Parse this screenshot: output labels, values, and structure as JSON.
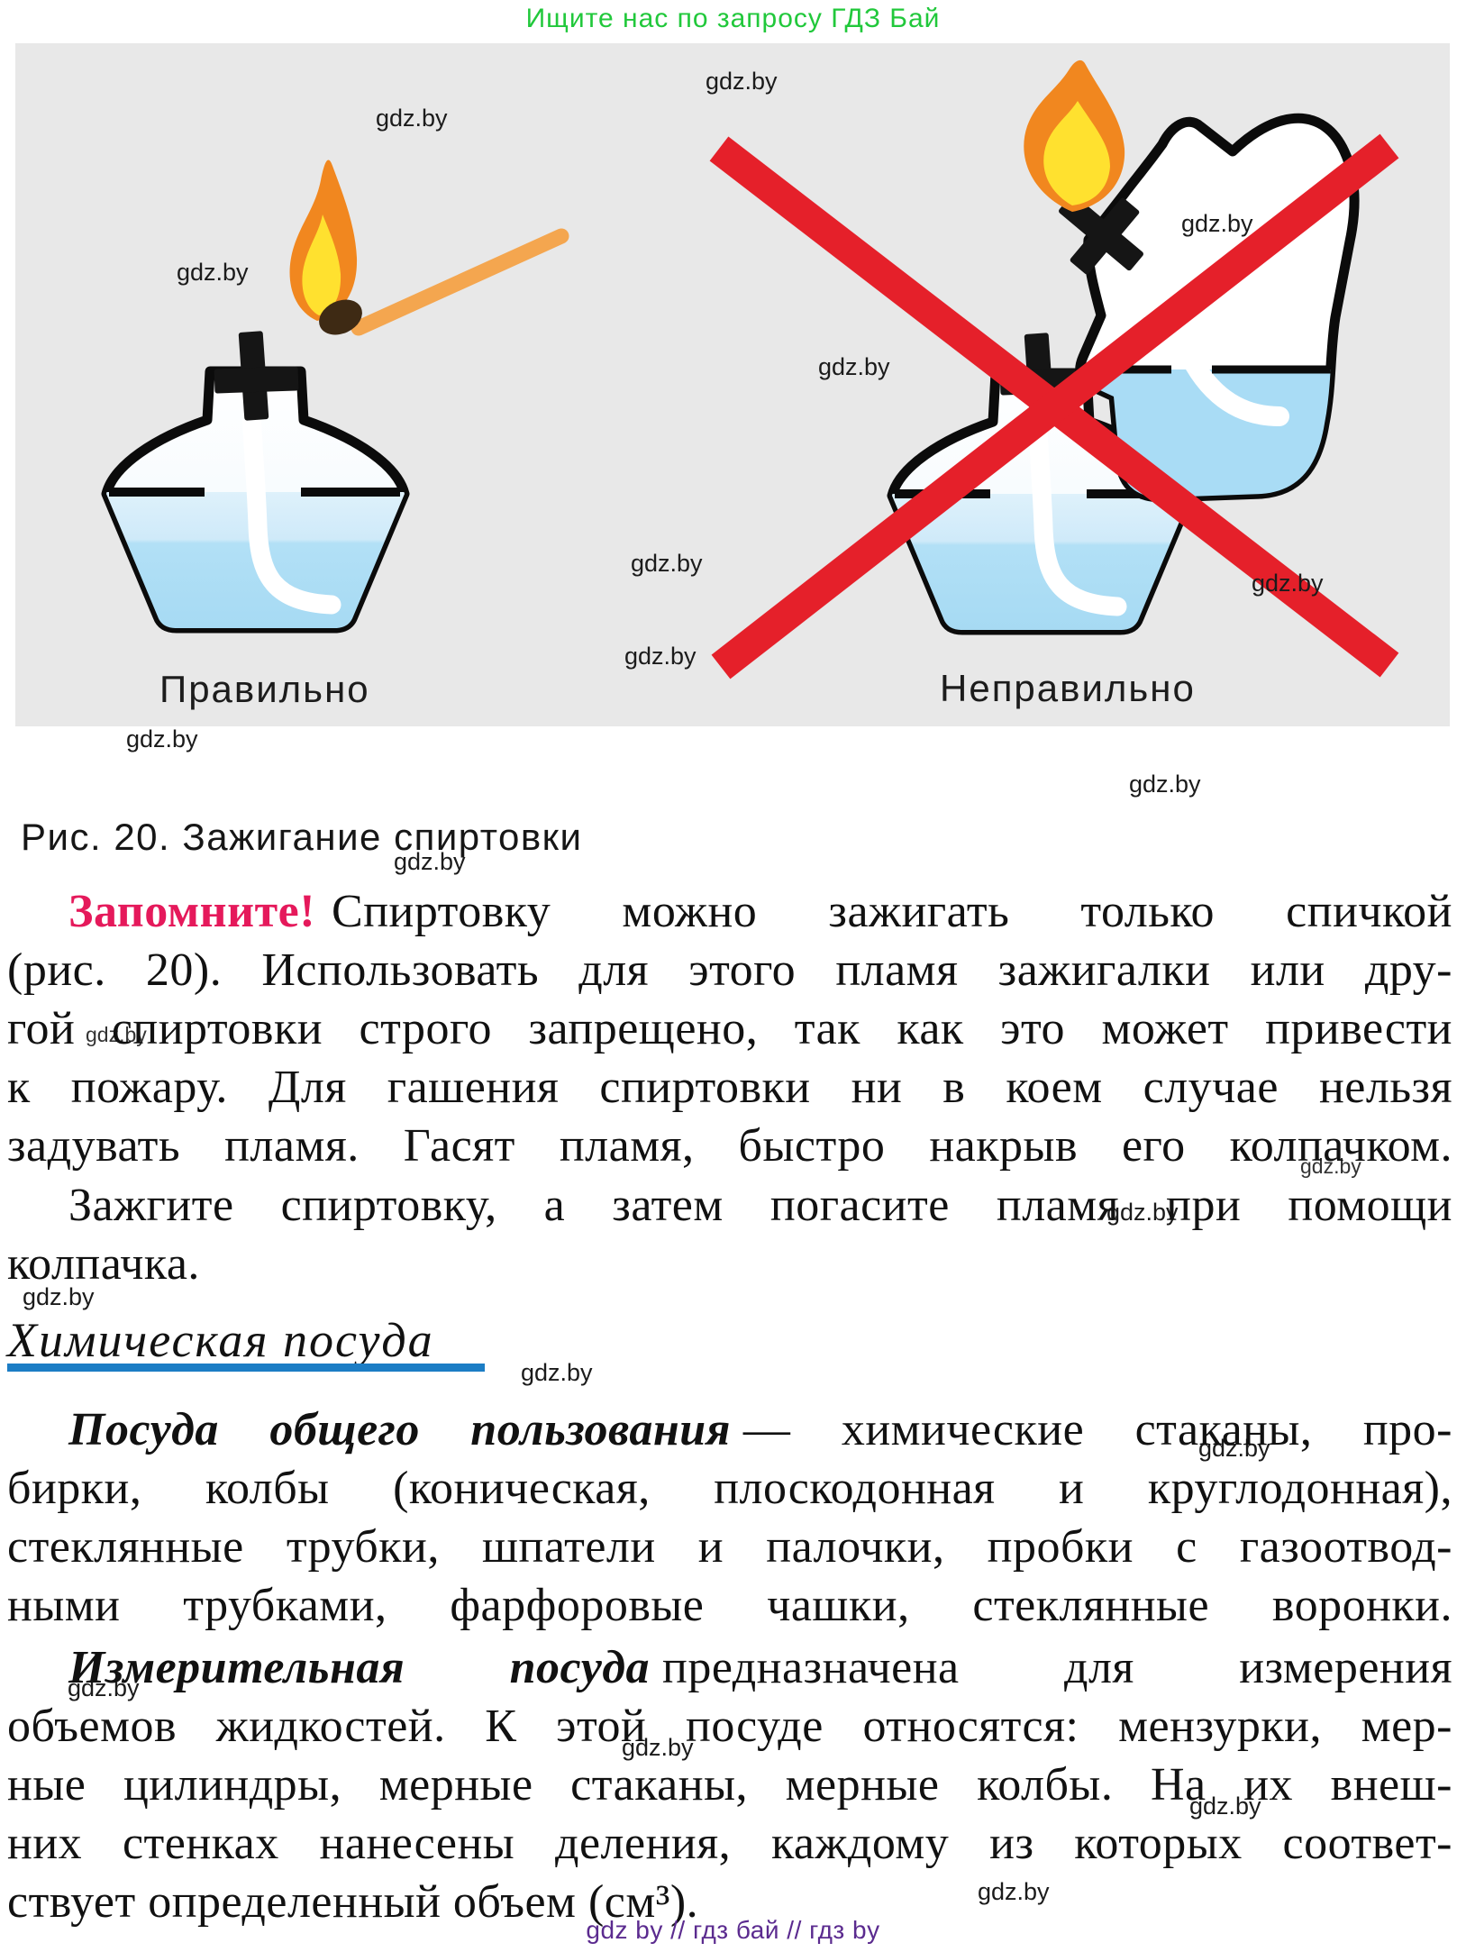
{
  "page": {
    "header": "Ищите нас по запросу ГДЗ Бай",
    "footer": "gdz by  //  гдз бай  //  гдз by",
    "watermark_text": "gdz.by"
  },
  "figure": {
    "caption": "Рис. 20. Зажигание спиртовки",
    "label_correct": "Правильно",
    "label_incorrect": "Неправильно"
  },
  "content": {
    "remember": {
      "lead": "Запомните!",
      "lines": [
        "Спиртовку можно зажигать только спичкой",
        "(рис. 20). Использовать для этого пламя зажигалки или дру-",
        "гой спиртовки строго запрещено, так как это может привести",
        "к пожару. Для гашения спиртовки ни в коем случае нельзя",
        "задувать пламя. Гасят пламя, быстро накрыв его колпачком."
      ]
    },
    "task": {
      "lines": [
        "Зажгите спиртовку, а затем погасите пламя при помощи",
        "колпачка."
      ]
    },
    "section_title": "Химическая посуда",
    "common_glassware": {
      "lead": "Посуда общего пользования",
      "lines": [
        "— химические стаканы, про-",
        "бирки, колбы (коническая, плоскодонная и круглодонная),",
        "стеклянные трубки, шпатели и палочки, пробки с газоотвод-",
        "ными трубками, фарфоровые чашки, стеклянные воронки."
      ]
    },
    "measuring_glassware": {
      "lead": "Измерительная посуда",
      "lines": [
        "предназначена для измерения",
        "объемов жидкостей. К этой посуде относятся: мензурки, мер-",
        "ные цилиндры, мерные стаканы, мерные колбы. На их внеш-",
        "них стенках нанесены деления, каждому из которых соответ-",
        "ствует определенный объем (см³)."
      ]
    }
  },
  "colors": {
    "header_green": "#21C83B",
    "accent_red": "#E5195B",
    "underline_blue": "#1C7DC5",
    "footer_purple": "#5B2B8F",
    "cross_red": "#E5202A",
    "flame_orange": "#F1871F",
    "flame_yellow": "#FFE12F",
    "liquid_blue": "#A9DCF5",
    "figure_bg": "#E8E8E8"
  }
}
